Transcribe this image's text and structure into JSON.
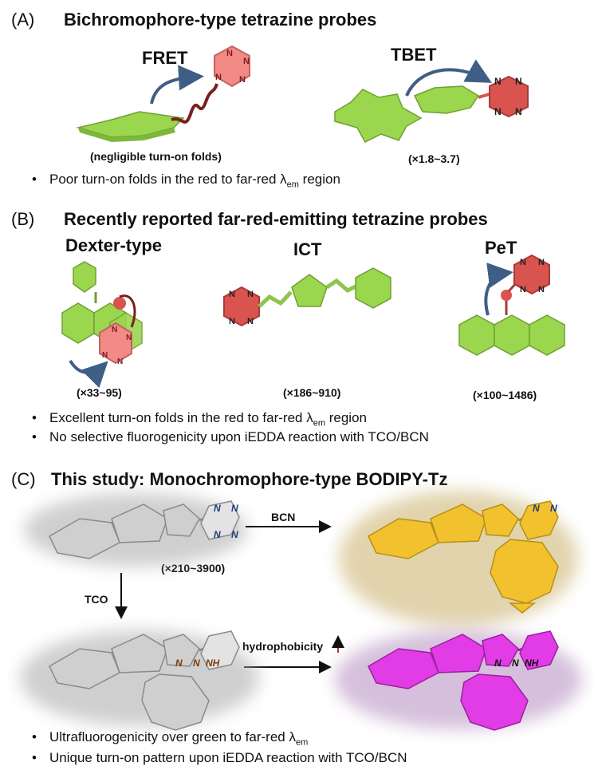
{
  "panelA": {
    "letter": "(A)",
    "title": "Bichromophore-type tetrazine probes",
    "fret_label": "FRET",
    "tbet_label": "TBET",
    "fret_note": "(negligible turn-on folds)",
    "tbet_fold": "(×1.8~3.7)",
    "bullet": "Poor turn-on folds in the red to far-red λ",
    "bullet_sub": "em",
    "bullet_tail": " region"
  },
  "panelB": {
    "letter": "(B)",
    "title": "Recently reported far-red-emitting tetrazine probes",
    "dexter_label": "Dexter-type",
    "ict_label": "ICT",
    "pet_label": "PeT",
    "dexter_fold": "(×33~95)",
    "ict_fold": "(×186~910)",
    "pet_fold": "(×100~1486)",
    "bullet1": "Excellent turn-on folds in the red to far-red λ",
    "bullet1_sub": "em",
    "bullet1_tail": " region",
    "bullet2": "No selective fluorogenicity upon iEDDA reaction with TCO/BCN"
  },
  "panelC": {
    "letter": "(C)",
    "title": "This study: Monochromophore-type BODIPY-Tz",
    "bcn_label": "BCN",
    "tco_label": "TCO",
    "fold": "(×210~3900)",
    "hydro_label": "hydrophobicity",
    "nh_label": "NH",
    "bullet1": "Ultrafluorogenicity over green to far-red λ",
    "bullet1_sub": "em",
    "bullet2": "Unique turn-on pattern upon iEDDA reaction with TCO/BCN"
  },
  "atom_N": "N",
  "colors": {
    "green": "#9bd64f",
    "pink": "#f28a86",
    "red_ring": "#d9534f",
    "yellow": "#f2c12e",
    "magenta": "#e23ce6",
    "gray": "#cfcfcf",
    "arrow_blue": "#3f5e86"
  }
}
